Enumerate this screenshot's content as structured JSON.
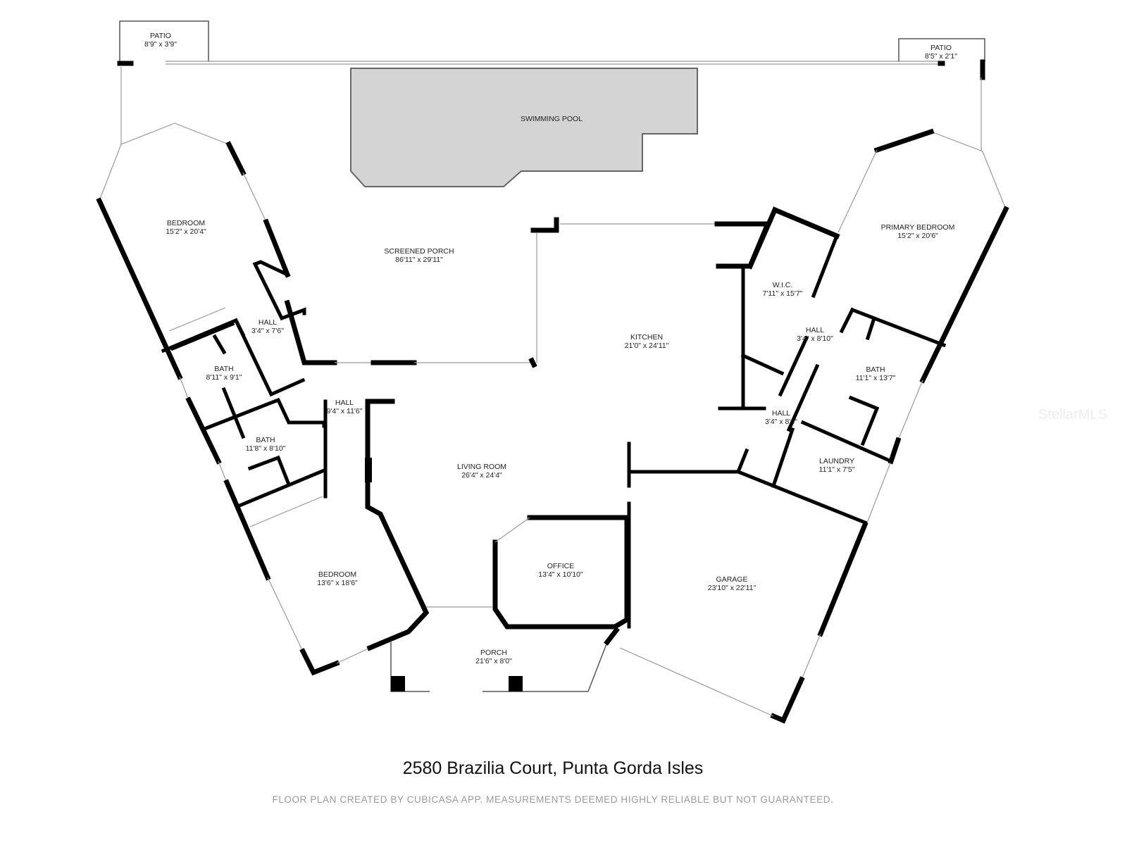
{
  "rooms": [
    {
      "name": "PATIO",
      "size": "8'9\" x 3'9\""
    },
    {
      "name": "PATIO",
      "size": "8'5\" x 2'1\""
    },
    {
      "name": "SWIMMING POOL",
      "size": ""
    },
    {
      "name": "BEDROOM",
      "size": "15'2\" x 20'4\""
    },
    {
      "name": "SCREENED PORCH",
      "size": "86'11\" x 29'11\""
    },
    {
      "name": "KITCHEN",
      "size": "21'0\" x 24'11\""
    },
    {
      "name": "W.I.C.",
      "size": "7'11\" x 15'7\""
    },
    {
      "name": "PRIMARY BEDROOM",
      "size": "15'2\" x 20'6\""
    },
    {
      "name": "HALL",
      "size": "3'4\" x 7'6\""
    },
    {
      "name": "BATH",
      "size": "8'11\" x 9'1\""
    },
    {
      "name": "HALL",
      "size": "9'4\" x 11'6\""
    },
    {
      "name": "BATH",
      "size": "11'8\" x 8'10\""
    },
    {
      "name": "HALL",
      "size": "3'4\" x 8'10\""
    },
    {
      "name": "BATH",
      "size": "11'1\" x 13'7\""
    },
    {
      "name": "HALL",
      "size": "3'4\" x 8'4\""
    },
    {
      "name": "LAUNDRY",
      "size": "11'1\" x 7'5\""
    },
    {
      "name": "LIVING ROOM",
      "size": "26'4\" x 24'4\""
    },
    {
      "name": "OFFICE",
      "size": "13'4\" x 10'10\""
    },
    {
      "name": "GARAGE",
      "size": "23'10\" x 22'11\""
    },
    {
      "name": "BEDROOM",
      "size": "13'6\" x 18'6\""
    },
    {
      "name": "PORCH",
      "size": "21'6\" x 8'0\""
    }
  ],
  "address": "2580 Brazilia Court, Punta Gorda Isles",
  "disclaimer": "FLOOR PLAN CREATED BY CUBICASA APP. MEASUREMENTS DEEMED HIGHLY RELIABLE BUT NOT GUARANTEED.",
  "watermark": "StellarMLS",
  "colors": {
    "pool": "#d4d4d4",
    "wall": "#000000"
  }
}
